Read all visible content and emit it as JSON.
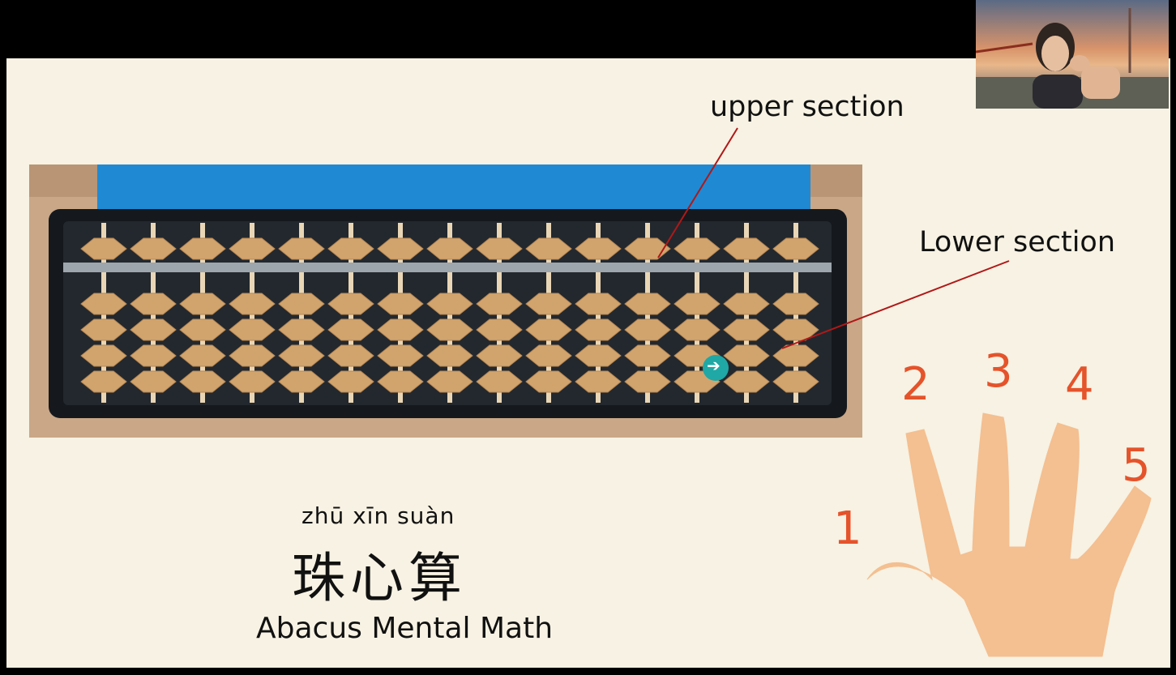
{
  "labels": {
    "upper": "upper section",
    "lower": "Lower section"
  },
  "title": {
    "pinyin": "zhū xīn suàn",
    "chinese": "珠心算",
    "english": "Abacus Mental Math"
  },
  "finger_numbers": [
    "1",
    "2",
    "3",
    "4",
    "5"
  ],
  "abacus": {
    "rods": 15,
    "upper_beads_per_rod": 1,
    "lower_beads_per_rod": 4
  },
  "icons": {
    "cursor": "arrow-right-cursor-icon"
  },
  "colors": {
    "slide_background": "#f7f2e3",
    "bead": "#d2a46d",
    "frame": "#15191e",
    "finger_number": "#e5532b",
    "hand": "#f4bf91",
    "pointer_line": "#b01818"
  }
}
